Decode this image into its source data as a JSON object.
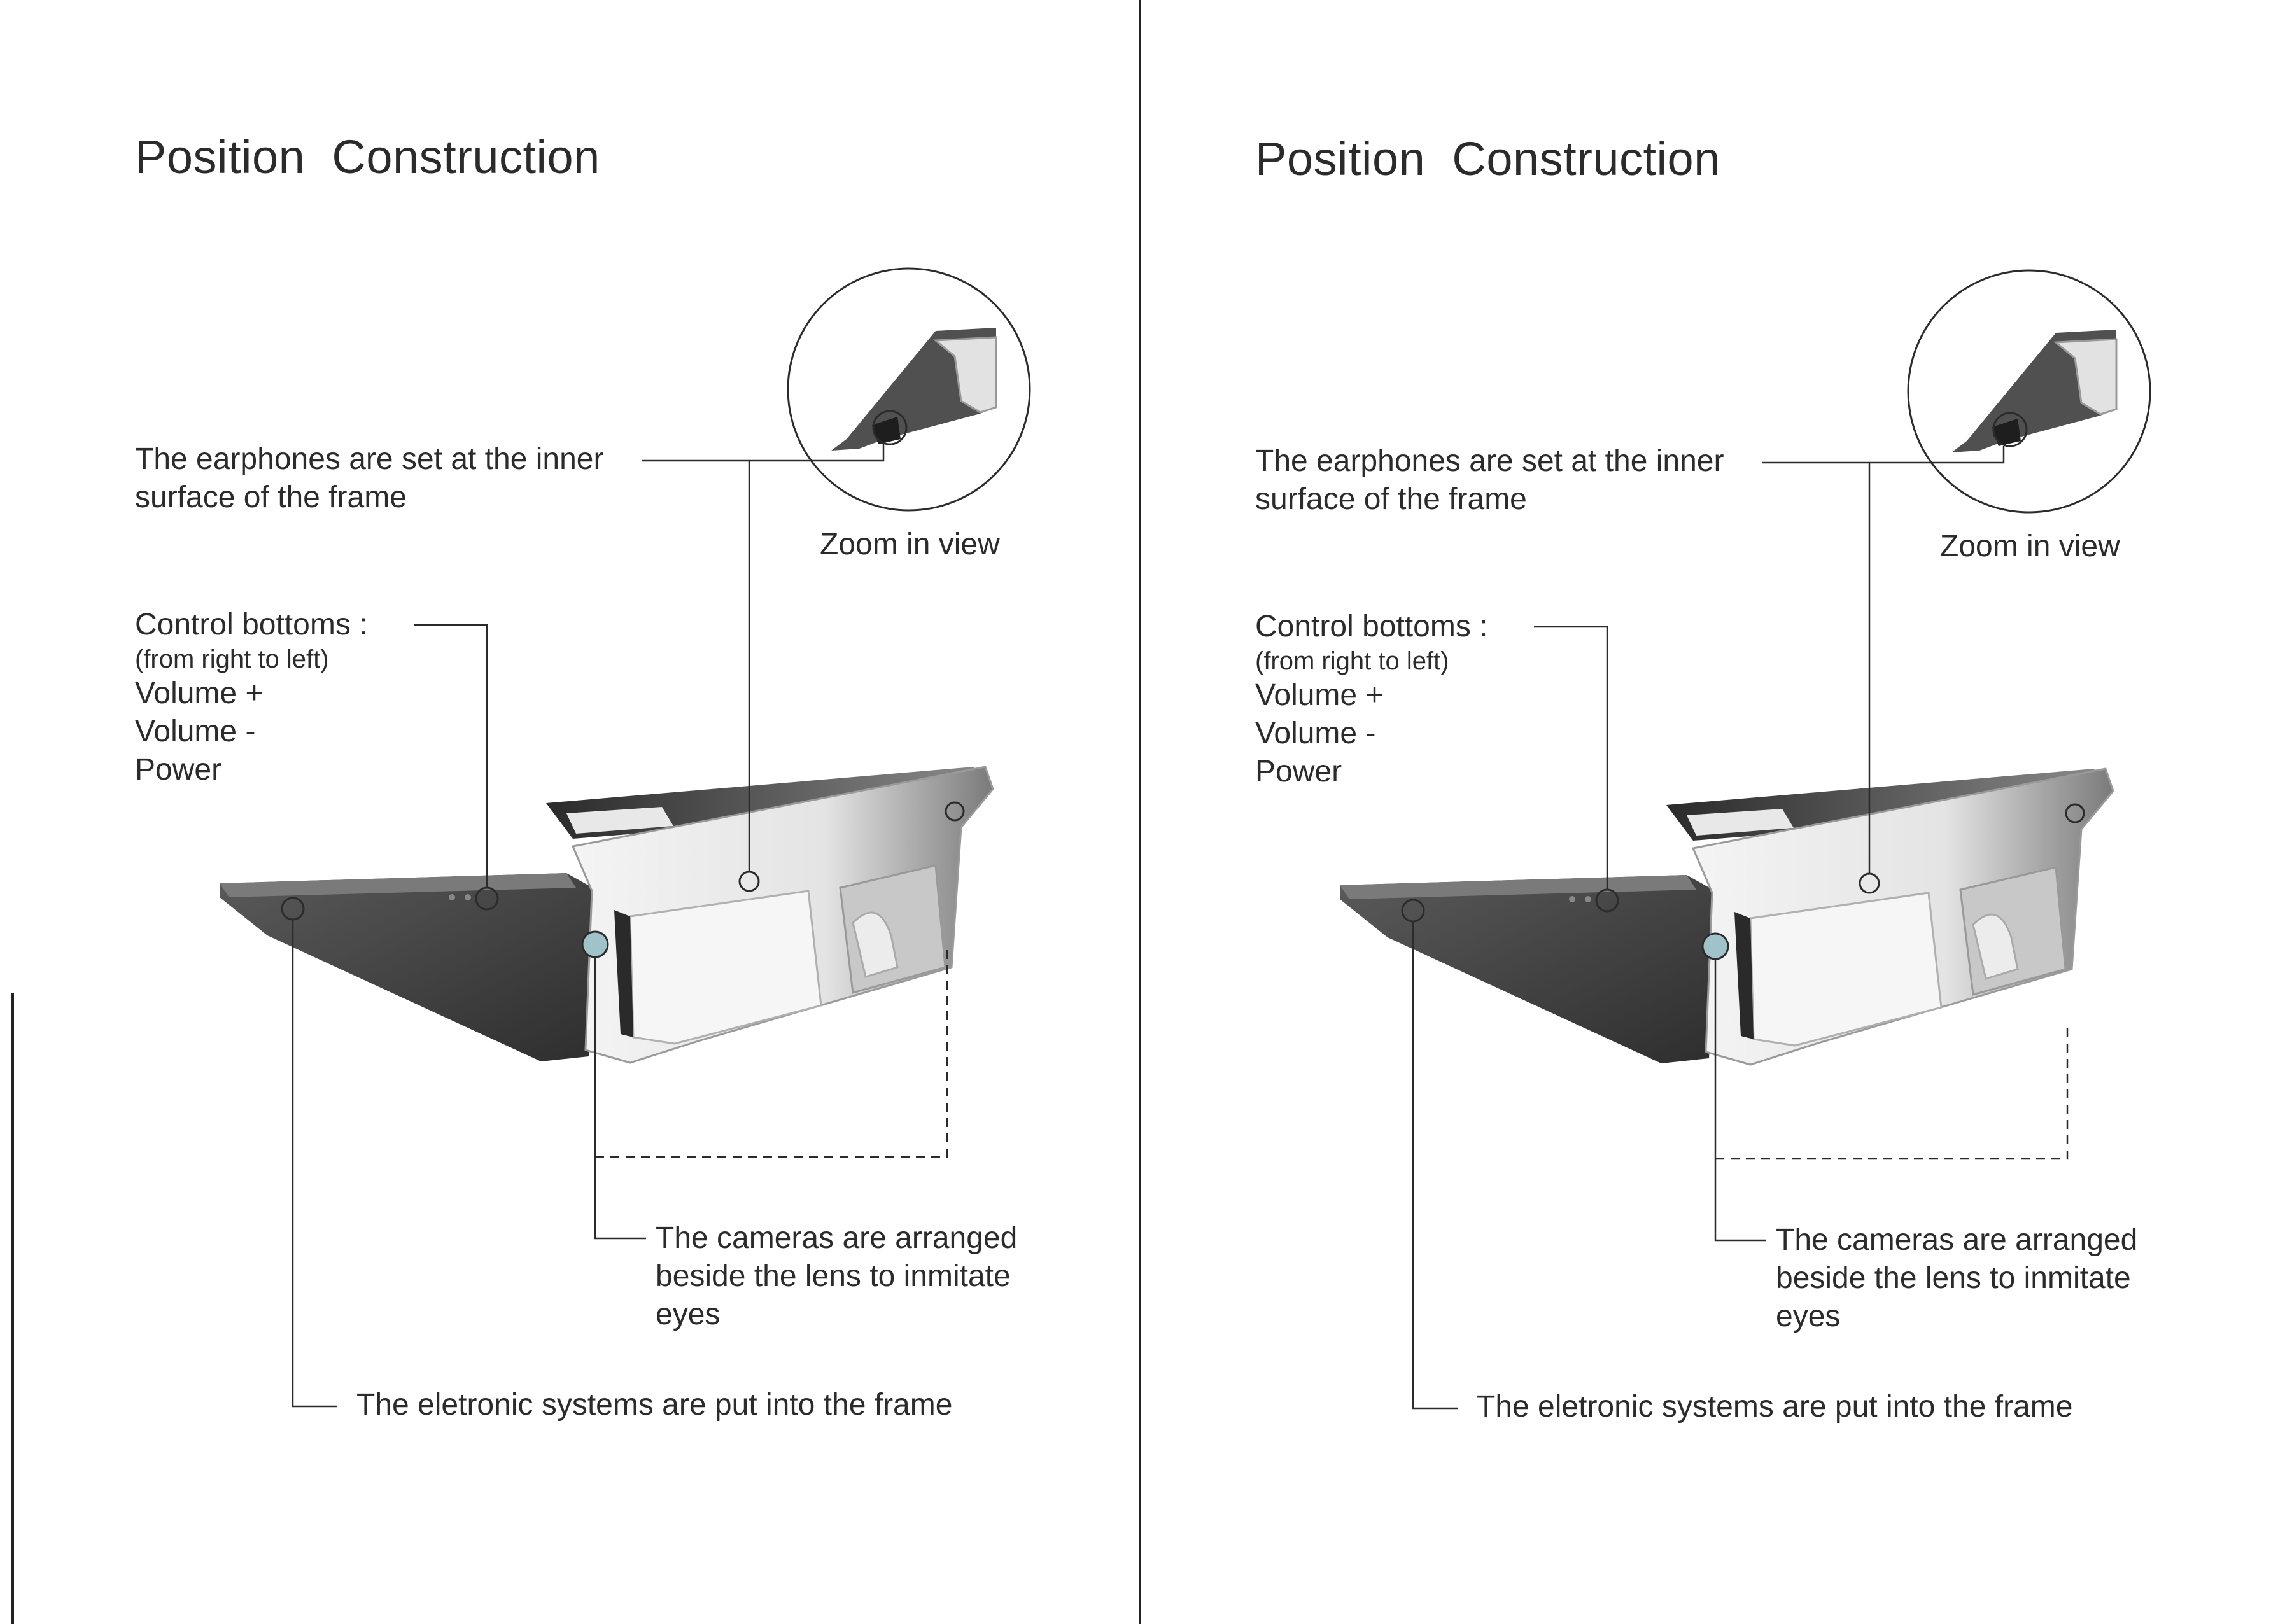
{
  "panels": [
    {
      "title": "Position  Construction",
      "earphones": [
        "The earphones are set at the inner",
        "surface of the frame"
      ],
      "zoom_label": "Zoom in view",
      "controls": {
        "heading": "Control bottoms :",
        "note": "(from right to left)",
        "items": [
          "Volume +",
          "Volume -",
          "Power"
        ]
      },
      "cameras": [
        "The cameras are arranged",
        "beside the lens to inmitate",
        "eyes"
      ],
      "electronics": "The eletronic systems are put into the frame"
    },
    {
      "title": "Position  Construction",
      "earphones": [
        "The earphones are set at the inner",
        "surface of the frame"
      ],
      "zoom_label": "Zoom in view",
      "controls": {
        "heading": "Control bottoms :",
        "note": "(from right to left)",
        "items": [
          "Volume +",
          "Volume -",
          "Power"
        ]
      },
      "cameras": [
        "The cameras are arranged",
        "beside the lens to inmitate",
        "eyes"
      ],
      "electronics": "The eletronic systems are put into the frame"
    }
  ],
  "colors": {
    "ink": "#2b2b2b",
    "frame_dark": "#3a3a3a",
    "frame_mid": "#6b6b6b",
    "lens_tint": "#d9d9d9",
    "camera": "#9fc3c9"
  }
}
